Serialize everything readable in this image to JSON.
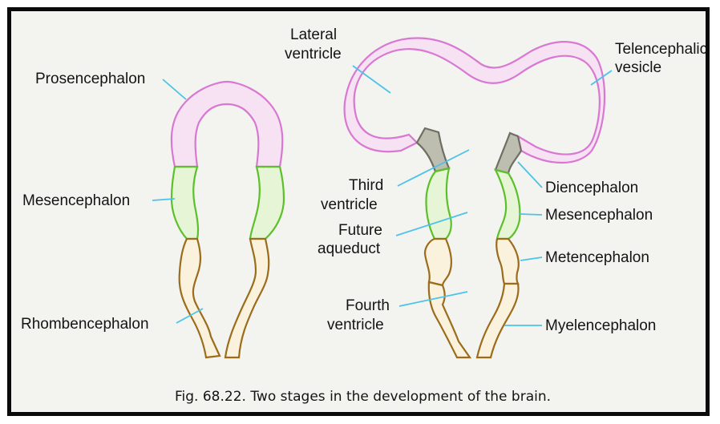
{
  "colors": {
    "prosencephalon": "#d878d2",
    "prosencephalon_fill": "#f6e2f2",
    "mesencephalon": "#5cc02a",
    "mesencephalon_fill": "#e6f5d6",
    "rhombencephalon": "#9a6c1c",
    "rhombencephalon_fill": "#fbf2de",
    "diencephalon_fill": "#bdbdb0",
    "leader": "#4cc3e8",
    "frame": "#0a0a0a",
    "background": "#f3f3ef"
  },
  "left_diagram": {
    "prosencephalon": "Prosencephalon",
    "mesencephalon": "Mesencephalon",
    "rhombencephalon": "Rhombencephalon"
  },
  "right_diagram": {
    "lateral_ventricle": [
      "Lateral",
      "ventricle"
    ],
    "telencephalic_vesicle": [
      "Telencephalic",
      "vesicle"
    ],
    "third_ventricle": [
      "Third",
      "ventricle"
    ],
    "diencephalon": "Diencephalon",
    "future_aqueduct": [
      "Future",
      "aqueduct"
    ],
    "mesencephalon": "Mesencephalon",
    "metencephalon": "Metencephalon",
    "fourth_ventricle": [
      "Fourth",
      "ventricle"
    ],
    "myelencephalon": "Myelencephalon"
  },
  "caption": "Fig. 68.22. Two stages in the development of the brain."
}
